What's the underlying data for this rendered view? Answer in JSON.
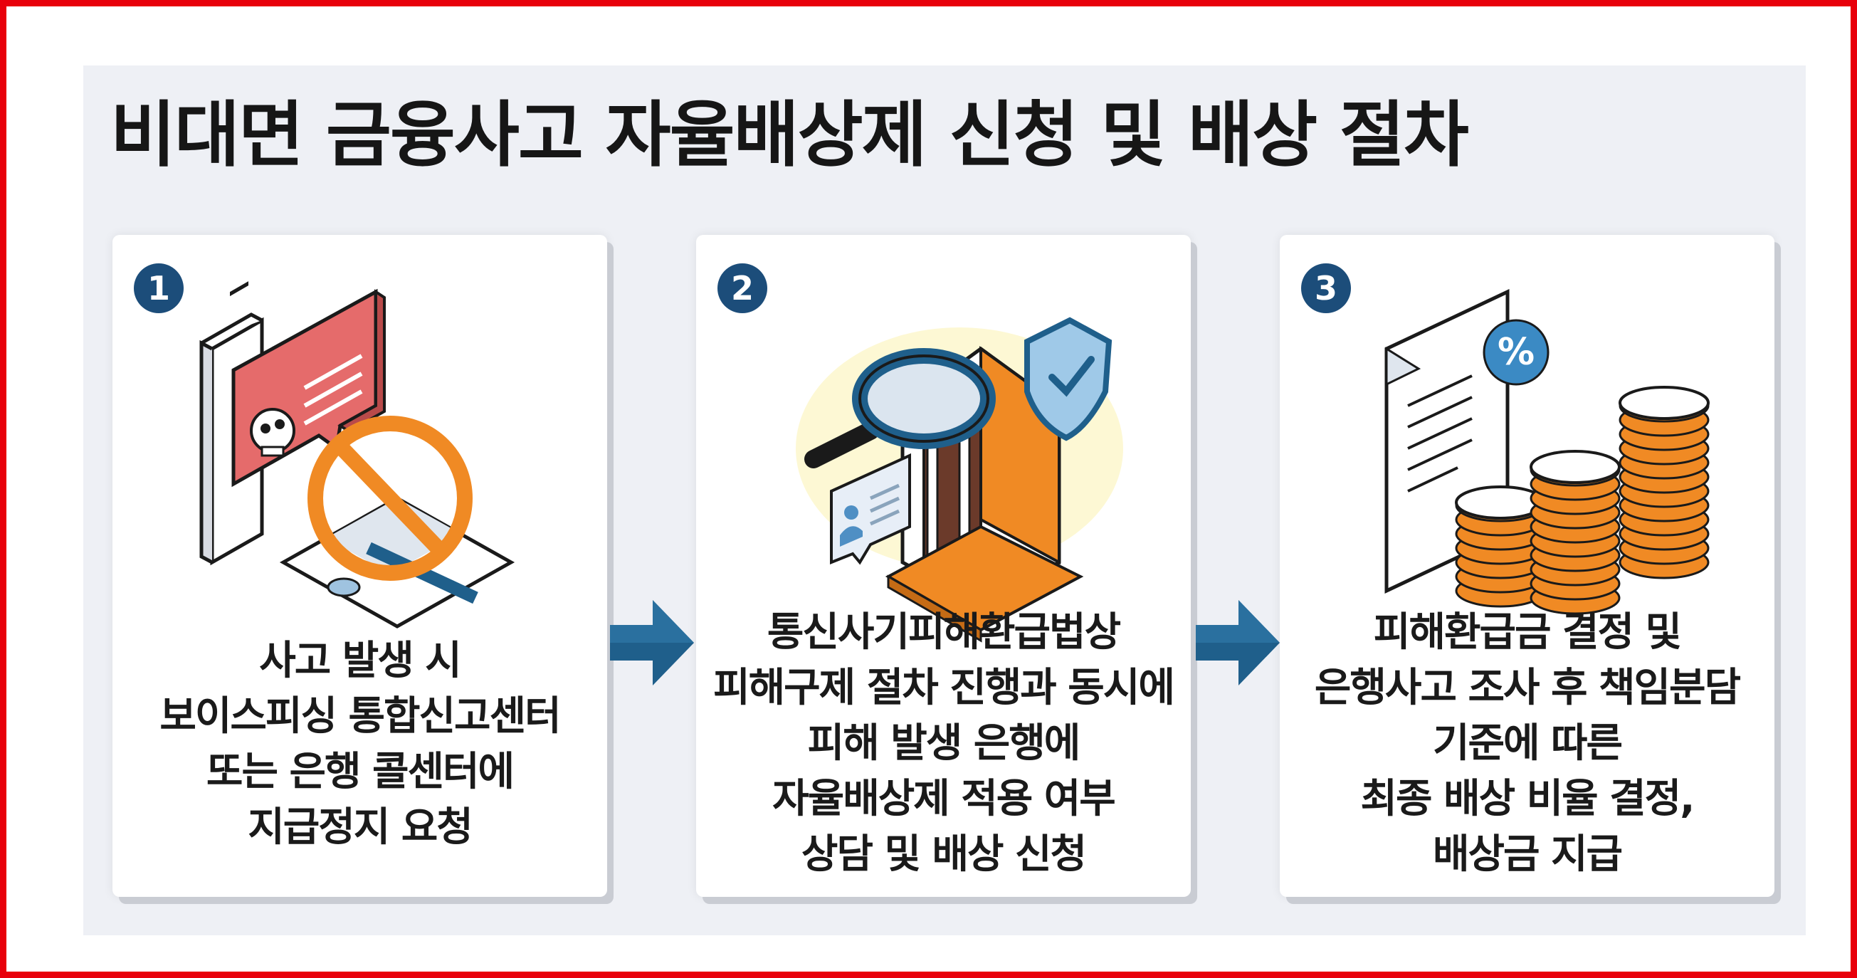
{
  "title": "비대면 금융사고 자율배상제 신청 및 배상 절차",
  "steps": [
    {
      "number": "1",
      "lines": [
        "사고 발생 시",
        "보이스피싱 통합신고센터",
        "또는 은행 콜센터에",
        "지급정지 요청"
      ]
    },
    {
      "number": "2",
      "lines": [
        "통신사기피해환급법상",
        "피해구제 절차 진행과 동시에",
        "피해 발생 은행에",
        "자율배상제 적용 여부",
        "상담 및 배상 신청"
      ]
    },
    {
      "number": "3",
      "lines": [
        "피해환급금 결정 및",
        "은행사고 조사 후 책임분담",
        "기준에 따른",
        "최종 배상 비율 결정,",
        "배상금 지급"
      ]
    }
  ],
  "colors": {
    "frame": "#e8000b",
    "panel": "#eef0f5",
    "badge": "#1c4d7a",
    "arrow": "#1f5f8b",
    "orange": "#f08a24",
    "warning_red": "#e56b6b"
  },
  "icons": {
    "step1": [
      "phone-icon",
      "skull-warning-message-icon",
      "prohibited-card-icon"
    ],
    "step2": [
      "magnifier-icon",
      "bank-building-icon",
      "shield-check-icon",
      "id-chat-icon"
    ],
    "step3": [
      "document-percent-icon",
      "coin-stack-icon"
    ]
  }
}
